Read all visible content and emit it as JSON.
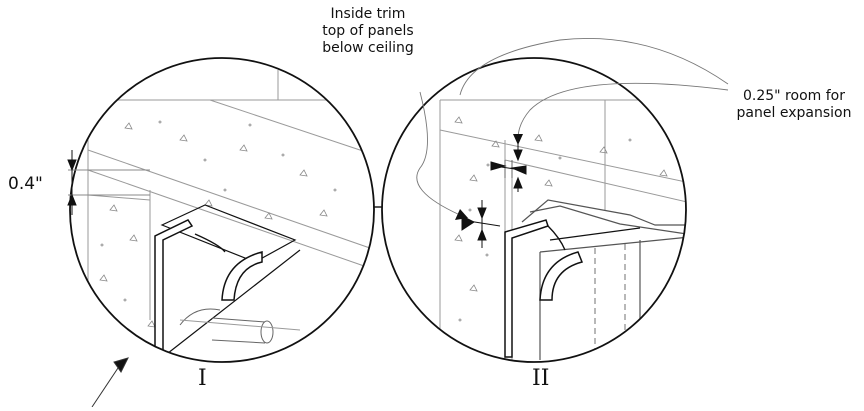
{
  "labels": {
    "inside_trim": "Inside trim\ntop of panels\nbelow ceiling",
    "expansion": "0.25\" room for\npanel expansion",
    "dimension": "0.4\"",
    "detail_one": "I",
    "detail_two": "II"
  },
  "colors": {
    "ink": "#111111",
    "thin_line": "#555555",
    "light_line": "#9a9a9a"
  }
}
